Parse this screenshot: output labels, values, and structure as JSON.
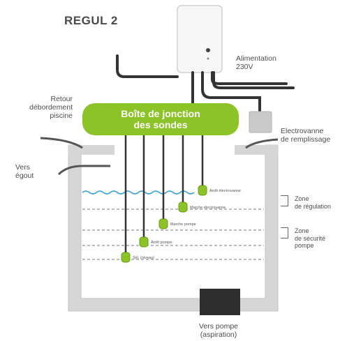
{
  "title": "REGUL 2",
  "labels": {
    "power": [
      "Alimentation",
      "230V"
    ],
    "overflow_return": [
      "Retour",
      "débordement",
      "piscine"
    ],
    "sewer": [
      "Vers",
      "égout"
    ],
    "valve": [
      "Electrovanne",
      "de remplissage"
    ],
    "pump": [
      "Vers pompe",
      "(aspiration)"
    ],
    "zone_regulation": [
      "Zone",
      "de régulation"
    ],
    "zone_safety": [
      "Zone",
      "de sécurité",
      "pompe"
    ]
  },
  "junction_box": [
    "Boîte de jonction",
    "des sondes"
  ],
  "sensors": [
    {
      "label": "Arrêt électrovanne"
    },
    {
      "label": "Marche électrovanne"
    },
    {
      "label": "Marche pompe"
    },
    {
      "label": "Arrêt pompe"
    },
    {
      "label": "Sél. (niveau)"
    }
  ],
  "colors": {
    "green": "#8cc327",
    "tank_wall": "#d6d6d6",
    "cable": "#333333",
    "water_line": "#3aa0d8",
    "valve_box": "#c9c9c9"
  }
}
